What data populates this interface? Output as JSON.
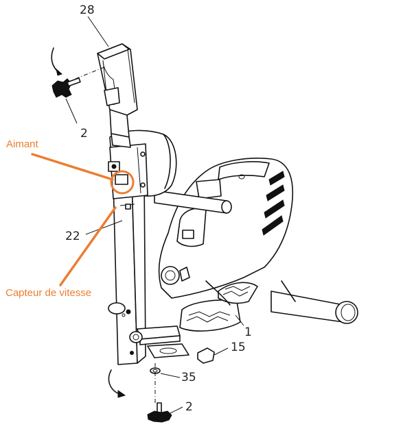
{
  "parts": {
    "p28": "28",
    "p2_top": "2",
    "p22": "22",
    "p1": "1",
    "p15": "15",
    "p35": "35",
    "p2_bottom": "2"
  },
  "callouts": {
    "magnet": "Aimant",
    "sensor": "Capteur de vitesse"
  },
  "colors": {
    "callout": "#ed7d31",
    "line": "#111111",
    "background": "#ffffff"
  }
}
